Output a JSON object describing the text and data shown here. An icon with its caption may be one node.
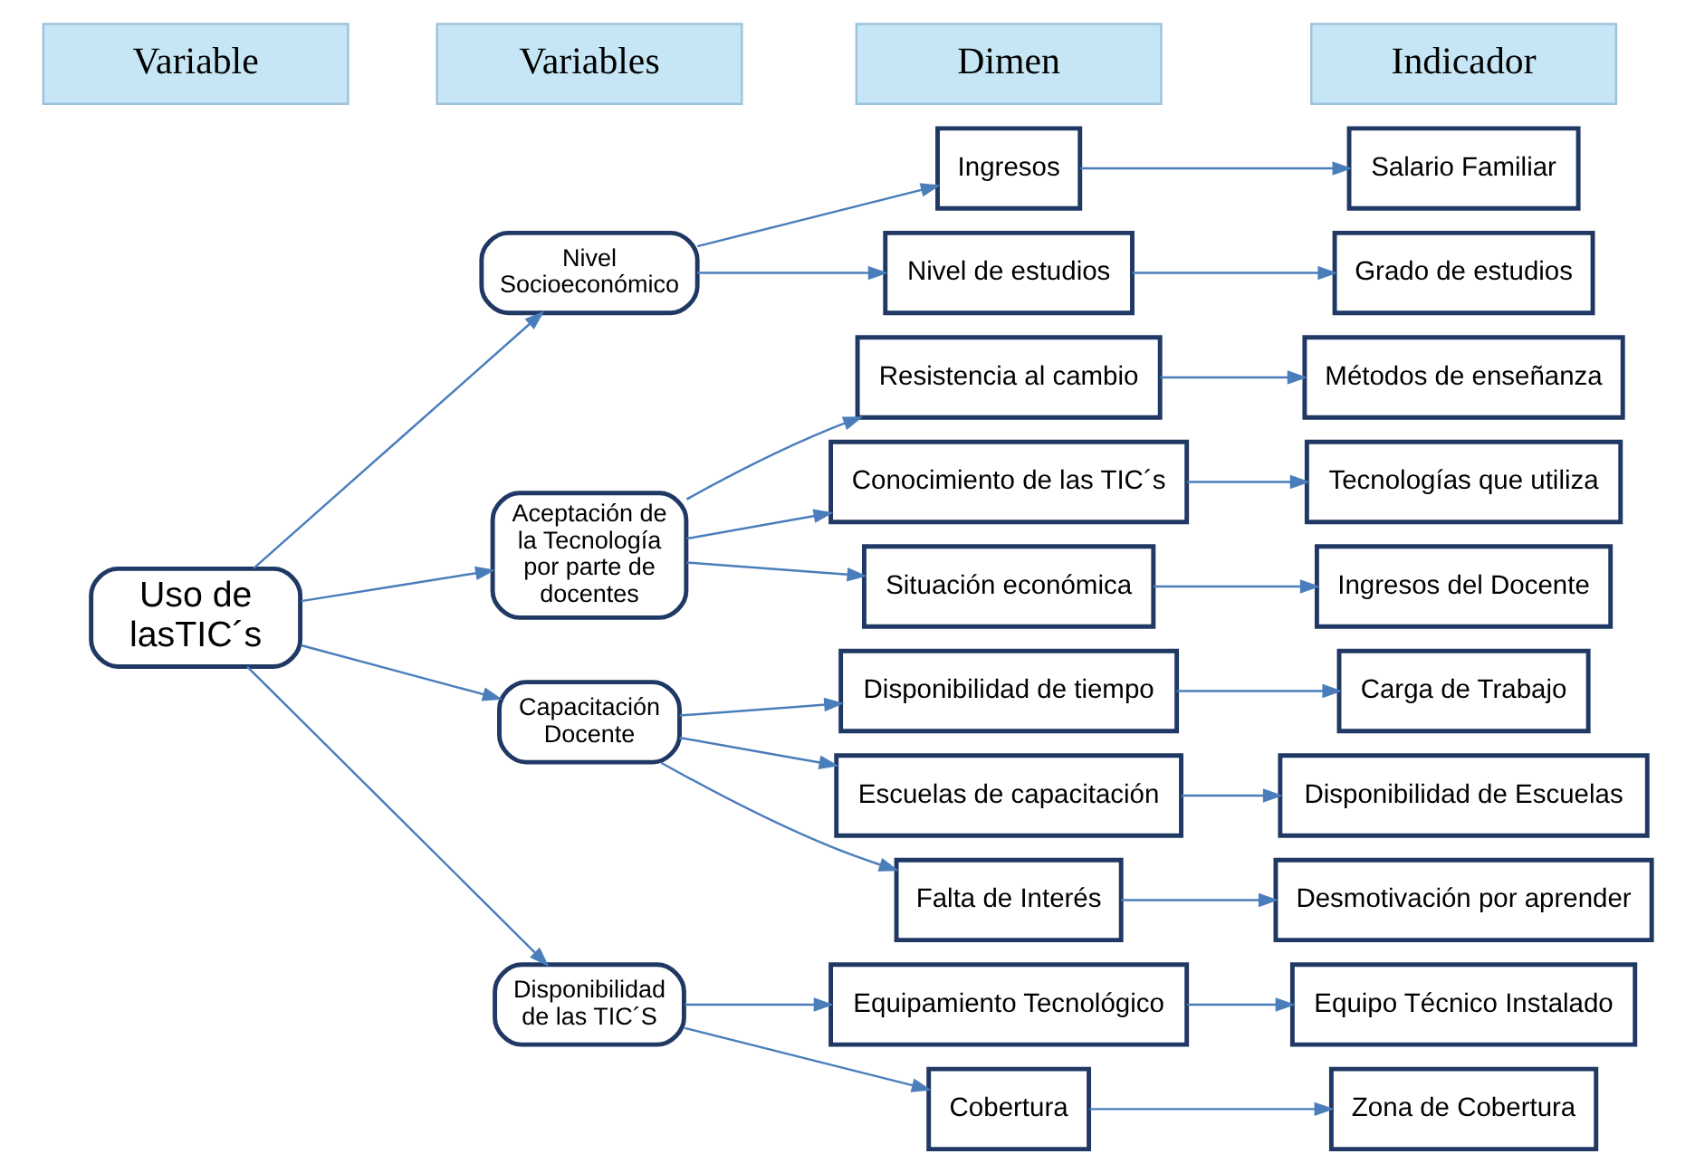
{
  "diagram": {
    "nodes": [
      {
        "text": [
          "Uso de lasTIC´s"
        ]
      },
      {
        "text": [
          "Nivel Socioeconómico"
        ]
      },
      {
        "text": [
          "Aceptación de la Tecnología por parte de docentes"
        ]
      },
      {
        "text": [
          "Capacitación Docente"
        ]
      },
      {
        "text": [
          "Disponibilidad de las TIC´S"
        ]
      },
      {
        "text": [
          "Ingresos"
        ]
      },
      {
        "text": [
          "Salario Familiar"
        ]
      },
      {
        "text": [
          "Nivel de estudios"
        ]
      },
      {
        "text": [
          "Grado de estudios"
        ]
      },
      {
        "text": [
          "Resistencia al cambio"
        ]
      },
      {
        "text": [
          "Métodos de enseñanza"
        ]
      },
      {
        "text": [
          "Conocimiento de las TIC´s"
        ]
      },
      {
        "text": [
          "Tecnologías que utiliza"
        ]
      },
      {
        "text": [
          "Situación económica"
        ]
      },
      {
        "text": [
          "Ingresos del Docente"
        ]
      },
      {
        "text": [
          "Disponibilidad de tiempo"
        ]
      },
      {
        "text": [
          "Carga de Trabajo"
        ]
      },
      {
        "text": [
          "Escuelas de capacitación"
        ]
      },
      {
        "text": [
          "Disponibilidad de Escuelas"
        ]
      },
      {
        "text": [
          "Falta de Interés"
        ]
      },
      {
        "text": [
          "Desmotivación por aprender"
        ]
      },
      {
        "text": [
          "Equipamiento Tecnológico"
        ]
      },
      {
        "text": [
          "Equipo Técnico Instalado"
        ]
      },
      {
        "text": [
          "Cobertura"
        ]
      },
      {
        "text": [
          "Zona de Cobertura"
        ]
      }
    ],
    "edges": [
      {
        "from": 0,
        "to": 1,
        "arrow": "to"
      },
      {
        "from": 0,
        "to": 2,
        "arrow": "to"
      },
      {
        "from": 0,
        "to": 3,
        "arrow": "to"
      },
      {
        "from": 0,
        "to": 4,
        "arrow": "to"
      },
      {
        "from": 1,
        "to": 5,
        "arrow": "to"
      },
      {
        "from": 1,
        "to": 7,
        "arrow": "to"
      },
      {
        "from": 2,
        "to": 9,
        "arrow": "to"
      },
      {
        "from": 2,
        "to": 11,
        "arrow": "to"
      },
      {
        "from": 2,
        "to": 13,
        "arrow": "to"
      },
      {
        "from": 3,
        "to": 15,
        "arrow": "to"
      },
      {
        "from": 3,
        "to": 17,
        "arrow": "to"
      },
      {
        "from": 3,
        "to": 19,
        "arrow": "to"
      },
      {
        "from": 4,
        "to": 21,
        "arrow": "to"
      },
      {
        "from": 4,
        "to": 23,
        "arrow": "to"
      },
      {
        "from": 5,
        "to": 6,
        "arrow": "to"
      },
      {
        "from": 7,
        "to": 8,
        "arrow": "to"
      },
      {
        "from": 9,
        "to": 10,
        "arrow": "to"
      },
      {
        "from": 11,
        "to": 12,
        "arrow": "to"
      },
      {
        "from": 13,
        "to": 14,
        "arrow": "to"
      },
      {
        "from": 15,
        "to": 16,
        "arrow": "to"
      },
      {
        "from": 17,
        "to": 18,
        "arrow": "to"
      },
      {
        "from": 19,
        "to": 20,
        "arrow": "to"
      },
      {
        "from": 21,
        "to": 22,
        "arrow": "to"
      },
      {
        "from": 23,
        "to": 24,
        "arrow": "to"
      }
    ],
    "labels": [
      "Variable",
      "Variables",
      "Dimen",
      "Indicador"
    ]
  }
}
